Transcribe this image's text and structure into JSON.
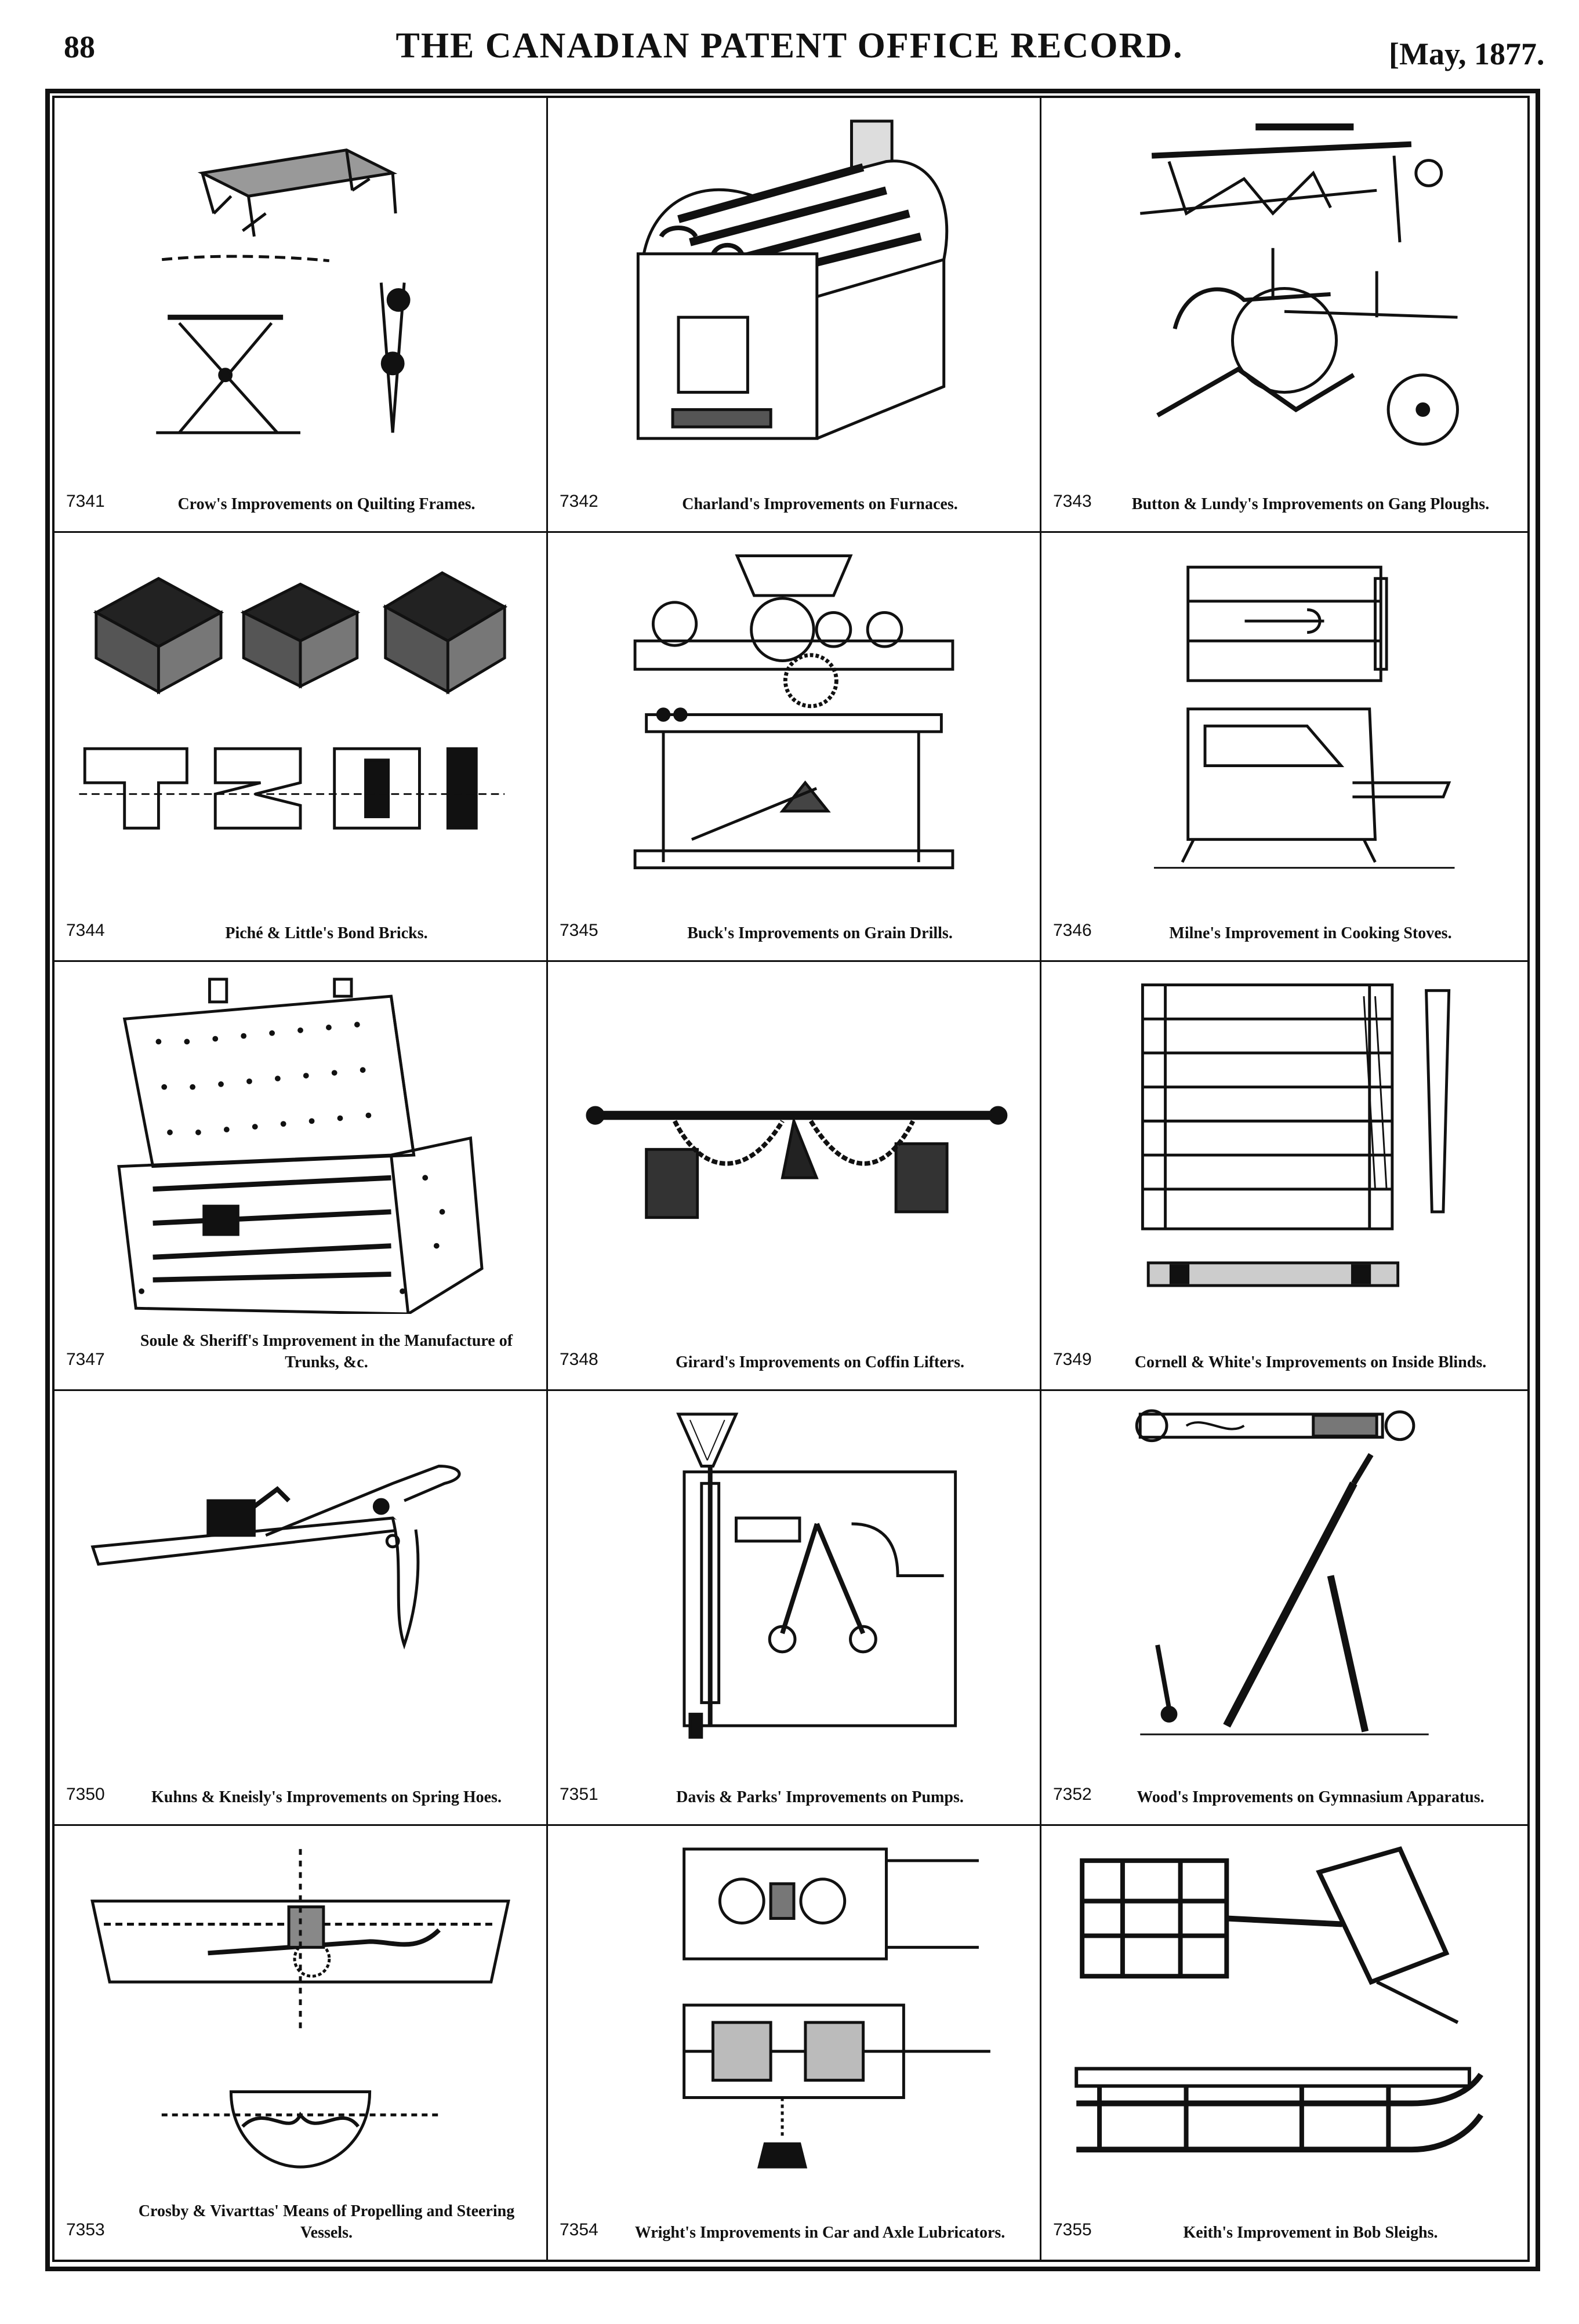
{
  "header": {
    "page_number": "88",
    "title": "THE CANADIAN PATENT OFFICE RECORD.",
    "date": "[May, 1877."
  },
  "patents": [
    {
      "number": "7341",
      "title": "Crow's Improvements on Quilting Frames.",
      "icon": "quilting-frame-icon"
    },
    {
      "number": "7342",
      "title": "Charland's Improvements on Furnaces.",
      "icon": "furnace-icon"
    },
    {
      "number": "7343",
      "title": "Button & Lundy's Improvements on Gang Ploughs.",
      "icon": "gang-plough-icon"
    },
    {
      "number": "7344",
      "title": "Piché & Little's Bond Bricks.",
      "icon": "bond-bricks-icon"
    },
    {
      "number": "7345",
      "title": "Buck's Improvements on Grain Drills.",
      "icon": "grain-drill-icon"
    },
    {
      "number": "7346",
      "title": "Milne's Improvement in Cooking Stoves.",
      "icon": "cooking-stove-icon"
    },
    {
      "number": "7347",
      "title": "Soule & Sheriff's Improvement in the Manufacture of Trunks, &c.",
      "icon": "trunk-icon"
    },
    {
      "number": "7348",
      "title": "Girard's Improvements on Coffin Lifters.",
      "icon": "coffin-lifter-icon"
    },
    {
      "number": "7349",
      "title": "Cornell & White's Improvements on Inside Blinds.",
      "icon": "inside-blinds-icon"
    },
    {
      "number": "7350",
      "title": "Kuhns & Kneisly's Improvements on Spring Hoes.",
      "icon": "spring-hoe-icon"
    },
    {
      "number": "7351",
      "title": "Davis & Parks' Improvements on Pumps.",
      "icon": "pump-icon"
    },
    {
      "number": "7352",
      "title": "Wood's Improvements on Gymnasium Apparatus.",
      "icon": "gymnasium-apparatus-icon"
    },
    {
      "number": "7353",
      "title": "Crosby & Vivarttas' Means of Propelling and Steering Vessels.",
      "icon": "vessel-propeller-icon"
    },
    {
      "number": "7354",
      "title": "Wright's Improvements in Car and Axle Lubricators.",
      "icon": "axle-lubricator-icon"
    },
    {
      "number": "7355",
      "title": "Keith's Improvement in Bob Sleighs.",
      "icon": "bob-sleigh-icon"
    }
  ]
}
